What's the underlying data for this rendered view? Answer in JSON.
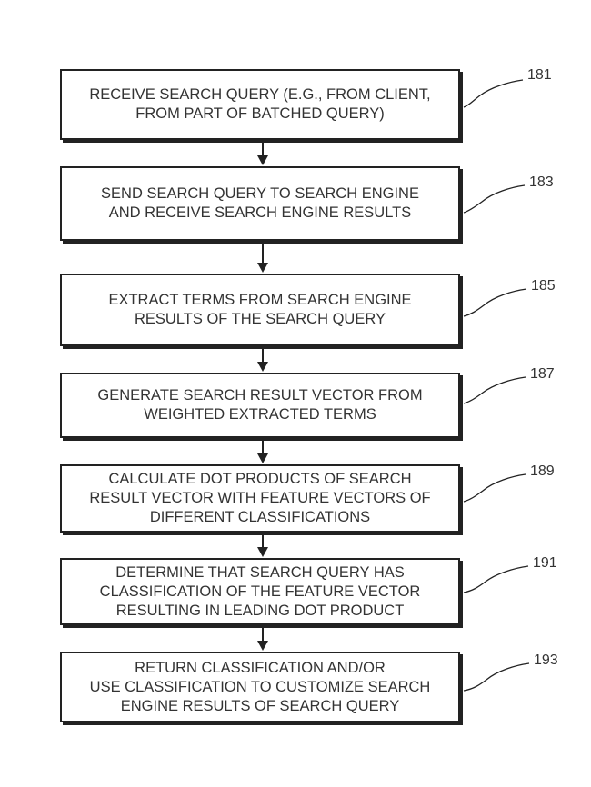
{
  "steps": [
    {
      "ref": "181",
      "lines": [
        "RECEIVE SEARCH QUERY (E.G., FROM CLIENT,",
        "FROM PART OF BATCHED QUERY)"
      ]
    },
    {
      "ref": "183",
      "lines": [
        "SEND SEARCH QUERY TO SEARCH ENGINE",
        "AND RECEIVE SEARCH ENGINE RESULTS"
      ]
    },
    {
      "ref": "185",
      "lines": [
        "EXTRACT TERMS FROM SEARCH ENGINE",
        "RESULTS OF THE SEARCH QUERY"
      ]
    },
    {
      "ref": "187",
      "lines": [
        "GENERATE SEARCH RESULT VECTOR FROM",
        "WEIGHTED EXTRACTED TERMS"
      ]
    },
    {
      "ref": "189",
      "lines": [
        "CALCULATE DOT PRODUCTS OF SEARCH",
        "RESULT VECTOR WITH FEATURE VECTORS OF",
        "DIFFERENT CLASSIFICATIONS"
      ]
    },
    {
      "ref": "191",
      "lines": [
        "DETERMINE THAT SEARCH QUERY HAS",
        "CLASSIFICATION OF THE FEATURE VECTOR",
        "RESULTING IN LEADING DOT PRODUCT"
      ]
    },
    {
      "ref": "193",
      "lines": [
        "RETURN CLASSIFICATION  AND/OR",
        "USE CLASSIFICATION TO CUSTOMIZE SEARCH",
        "ENGINE RESULTS OF SEARCH QUERY"
      ]
    }
  ],
  "colors": {
    "stroke": "#222222",
    "text": "#333333",
    "background": "#ffffff"
  }
}
